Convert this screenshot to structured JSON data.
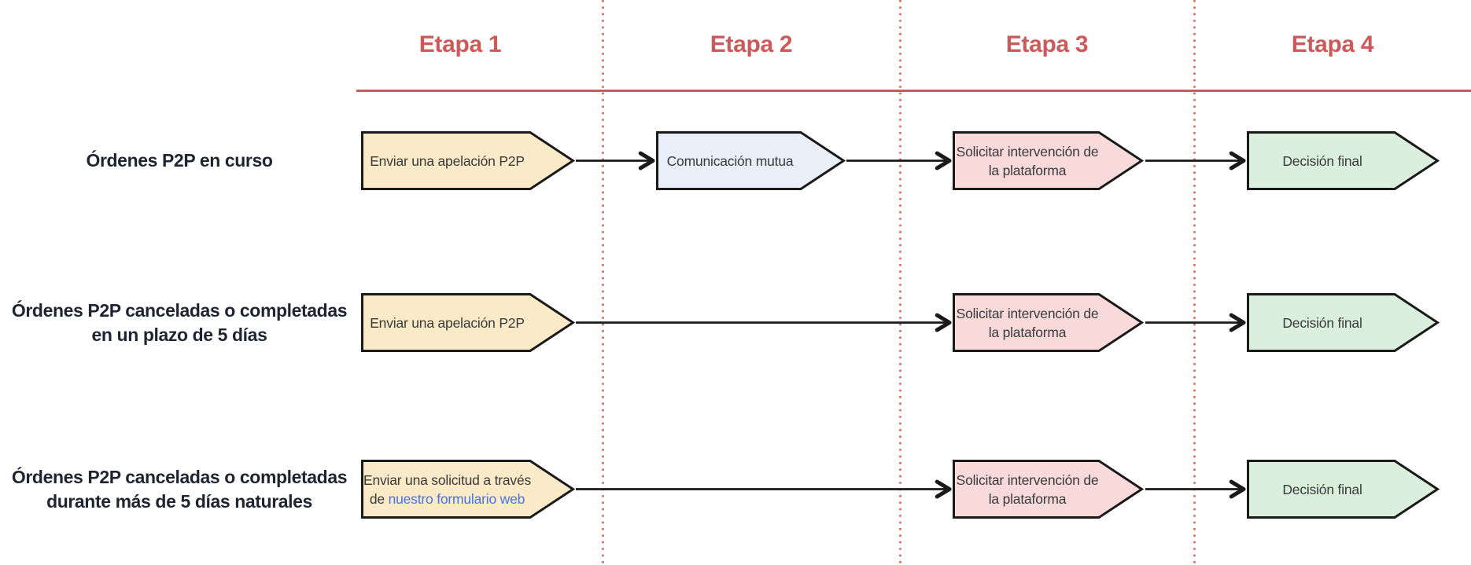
{
  "diagram_title": "P2P appeal process flowchart",
  "colors": {
    "stage_header_red": "#cd5a5a",
    "stage_underline_red": "#cd5a5a",
    "stage_divider_dotted_red": "#e0635c",
    "node_border_black": "#1a1a1a",
    "arrow_black": "#1a1a1a",
    "row_label_dark": "#1f2430",
    "node_text_gray": "#3a3a3a",
    "link_blue": "#4673e8",
    "appeal_yellow": "#faeac7",
    "communication_blue": "#e9eff9",
    "intervention_pink": "#f9dada",
    "decision_green": "#daefdc"
  },
  "stages": [
    {
      "label": "Etapa 1"
    },
    {
      "label": "Etapa 2"
    },
    {
      "label": "Etapa 3"
    },
    {
      "label": "Etapa 4"
    }
  ],
  "rows": [
    {
      "label_lines": [
        "Órdenes P2P en curso"
      ],
      "nodes": [
        {
          "lines": [
            "Enviar una apelación P2P"
          ]
        },
        {
          "lines": [
            "Comunicación mutua"
          ]
        },
        {
          "lines": [
            "Solicitar intervención de",
            "la plataforma"
          ]
        },
        {
          "lines": [
            "Decisión final"
          ]
        }
      ]
    },
    {
      "label_lines": [
        "Órdenes P2P canceladas o completadas",
        "en un plazo de 5 días"
      ],
      "nodes": [
        {
          "lines": [
            "Enviar una apelación P2P"
          ]
        },
        {
          "lines": [
            "Solicitar intervención de",
            "la plataforma"
          ]
        },
        {
          "lines": [
            "Decisión final"
          ]
        }
      ]
    },
    {
      "label_lines": [
        "Órdenes P2P canceladas o completadas",
        "durante más de 5 días naturales"
      ],
      "nodes": [
        {
          "line1": "Enviar una solicitud a través",
          "line2_prefix": "de ",
          "link_text": "nuestro formulario web"
        },
        {
          "lines": [
            "Solicitar intervención de",
            "la plataforma"
          ]
        },
        {
          "lines": [
            "Decisión final"
          ]
        }
      ]
    }
  ]
}
